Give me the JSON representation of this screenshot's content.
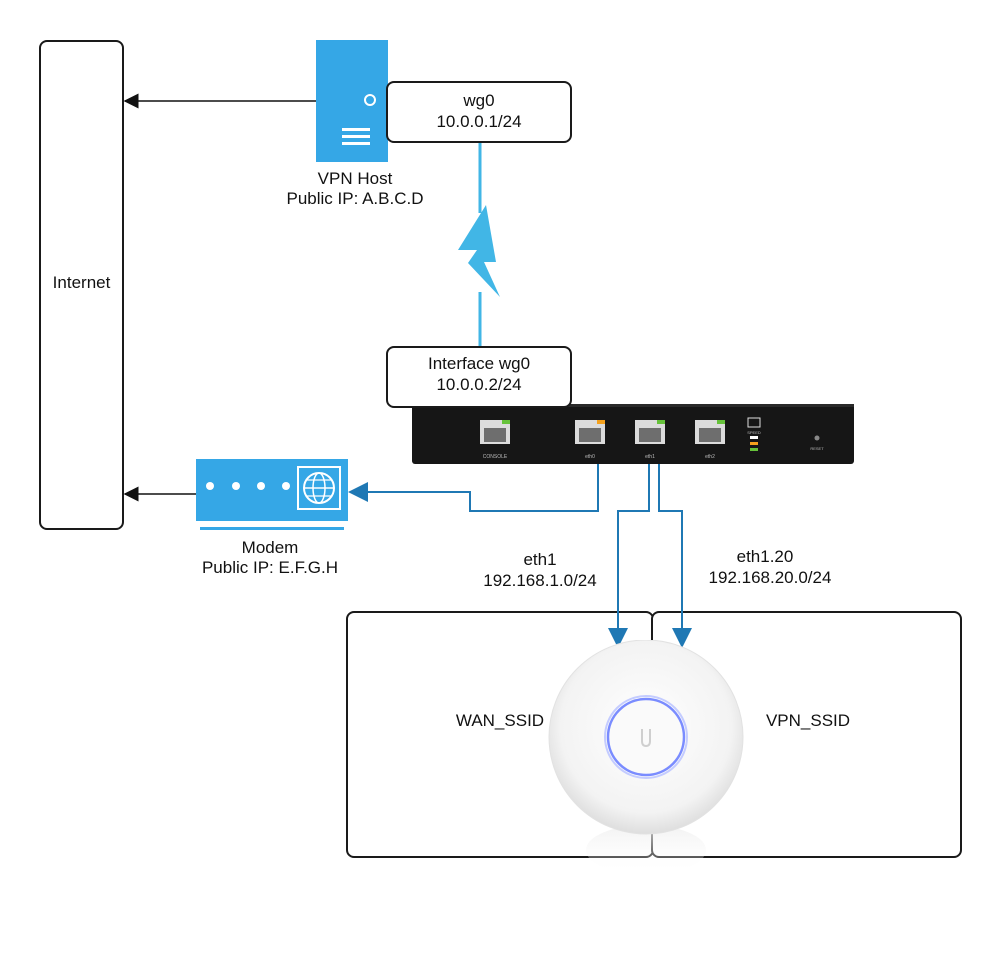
{
  "internet": {
    "label": "Internet"
  },
  "vpn_host": {
    "name": "VPN Host",
    "ip": "Public IP: A.B.C.D"
  },
  "wg0_box": {
    "line1": "wg0",
    "line2": "10.0.0.1/24"
  },
  "iface_box": {
    "line1": "Interface wg0",
    "line2": "10.0.0.2/24"
  },
  "router": {
    "ports": [
      "CONSOLE",
      "eth0",
      "eth1",
      "eth2"
    ],
    "speed_label": "SPEED",
    "reset_label": "RESET"
  },
  "modem": {
    "name": "Modem",
    "ip": "Public IP: E.F.G.H"
  },
  "eth1": {
    "name": "eth1",
    "subnet": "192.168.1.0/24"
  },
  "eth1_20": {
    "name": "eth1.20",
    "subnet": "192.168.20.0/24"
  },
  "ssids": {
    "wan": "WAN_SSID",
    "vpn": "VPN_SSID"
  },
  "colors": {
    "wire": "#1f78b4",
    "tunnel": "#41b6e6",
    "server": "#35a7e6",
    "modem": "#35a7e6"
  }
}
